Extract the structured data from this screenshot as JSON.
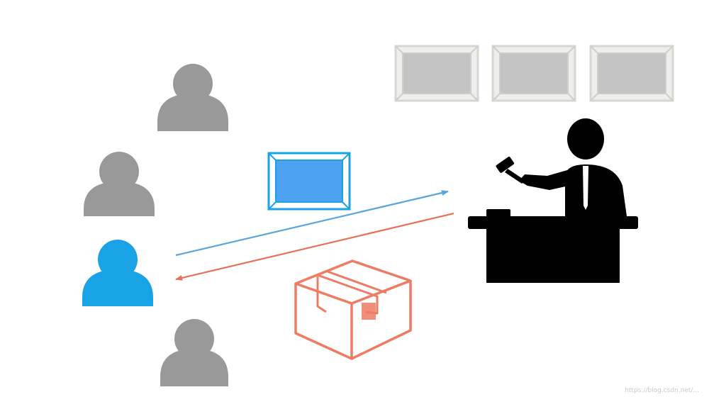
{
  "colors": {
    "background": "#ffffff",
    "bidder_gray": "#999999",
    "bidder_highlight": "#1aa2e6",
    "auctioneer": "#000000",
    "bid_card_fill": "#4ea1f0",
    "bid_card_border": "#1aa2e6",
    "bid_arrow": "#5aa5dc",
    "item_arrow": "#e8705a",
    "item_box": "#ee7b63",
    "lot_frame_fill": "#c4c4c4",
    "lot_frame_border": "#d8d6d0"
  },
  "icons": {
    "bidders": [
      "person-icon",
      "person-icon",
      "person-icon",
      "person-icon"
    ],
    "auctioneer": "auctioneer-with-gavel-icon",
    "bid": "bid-card-icon",
    "item": "package-box-icon",
    "lots": [
      "framed-lot-icon",
      "framed-lot-icon",
      "framed-lot-icon"
    ]
  },
  "bidders": [
    {
      "id": "bidder-1",
      "highlighted": false
    },
    {
      "id": "bidder-2",
      "highlighted": false
    },
    {
      "id": "bidder-3",
      "highlighted": true
    },
    {
      "id": "bidder-4",
      "highlighted": false
    }
  ],
  "lots": [
    {
      "id": "lot-1"
    },
    {
      "id": "lot-2"
    },
    {
      "id": "lot-3"
    }
  ],
  "flows": [
    {
      "id": "bid-flow",
      "from": "bidder-3",
      "to": "auctioneer",
      "carries": "bid-card-icon"
    },
    {
      "id": "item-flow",
      "from": "auctioneer",
      "to": "bidder-3",
      "carries": "package-box-icon"
    }
  ],
  "watermark": "https://blog.csdn.net/..."
}
